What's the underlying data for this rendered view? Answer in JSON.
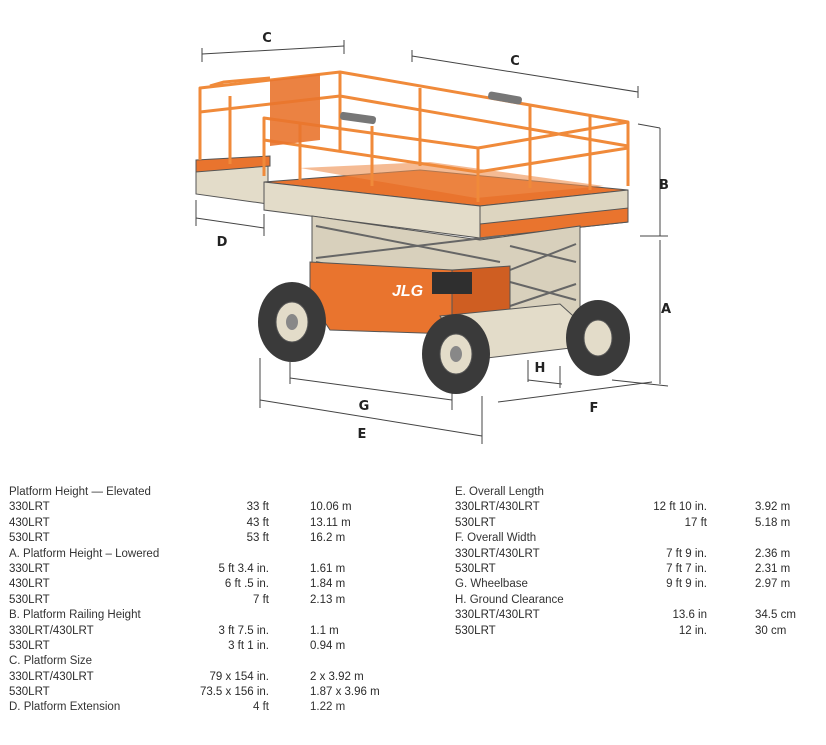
{
  "diagram_labels": {
    "a": "A",
    "b": "B",
    "c_left": "C",
    "c_right": "C",
    "d": "D",
    "e": "E",
    "f": "F",
    "g": "G",
    "h": "H",
    "logo": "JLG"
  },
  "colors": {
    "orange": "#e9742e",
    "cream": "#e3dcc9",
    "rail": "#f08a3a",
    "tire": "#3a3a3a"
  },
  "specs_left": [
    {
      "label": "Platform Height — Elevated",
      "imperial": "",
      "metric": "",
      "head": true
    },
    {
      "label": "330LRT",
      "imperial": "33 ft",
      "metric": "10.06 m"
    },
    {
      "label": "430LRT",
      "imperial": "43 ft",
      "metric": "13.11 m"
    },
    {
      "label": "530LRT",
      "imperial": "53 ft",
      "metric": "16.2 m"
    },
    {
      "label": "A. Platform Height – Lowered",
      "imperial": "",
      "metric": "",
      "head": true
    },
    {
      "label": "330LRT",
      "imperial": "5 ft 3.4 in.",
      "metric": "1.61 m"
    },
    {
      "label": "430LRT",
      "imperial": "6 ft .5 in.",
      "metric": "1.84 m"
    },
    {
      "label": "530LRT",
      "imperial": "7 ft",
      "metric": "2.13 m"
    },
    {
      "label": "B. Platform Railing Height",
      "imperial": "",
      "metric": "",
      "head": true
    },
    {
      "label": "330LRT/430LRT",
      "imperial": "3 ft 7.5 in.",
      "metric": "1.1 m"
    },
    {
      "label": "530LRT",
      "imperial": "3 ft 1 in.",
      "metric": "0.94  m"
    },
    {
      "label": "C. Platform Size",
      "imperial": "",
      "metric": "",
      "head": true
    },
    {
      "label": "330LRT/430LRT",
      "imperial": "79 x 154 in.",
      "metric": "2 x 3.92 m"
    },
    {
      "label": "530LRT",
      "imperial": "73.5 x 156 in.",
      "metric": "1.87 x 3.96 m"
    },
    {
      "label": "D. Platform Extension",
      "imperial": "4 ft",
      "metric": "1.22 m",
      "head": true
    }
  ],
  "specs_right": [
    {
      "label": "E. Overall Length",
      "imperial": "",
      "metric": "",
      "head": true
    },
    {
      "label": "330LRT/430LRT",
      "imperial": "12 ft 10 in.",
      "metric": "3.92 m"
    },
    {
      "label": "530LRT",
      "imperial": "17 ft",
      "metric": "5.18 m"
    },
    {
      "label": "F. Overall Width",
      "imperial": "",
      "metric": "",
      "head": true
    },
    {
      "label": "330LRT/430LRT",
      "imperial": "7 ft 9 in.",
      "metric": "2.36 m"
    },
    {
      "label": "530LRT",
      "imperial": "7 ft 7 in.",
      "metric": "2.31 m"
    },
    {
      "label": "G. Wheelbase",
      "imperial": "9 ft 9 in.",
      "metric": "2.97 m",
      "head": true
    },
    {
      "label": "H. Ground Clearance",
      "imperial": "",
      "metric": "",
      "head": true
    },
    {
      "label": "330LRT/430LRT",
      "imperial": "13.6 in",
      "metric": "34.5 cm"
    },
    {
      "label": "530LRT",
      "imperial": "12 in.",
      "metric": "30 cm"
    }
  ]
}
